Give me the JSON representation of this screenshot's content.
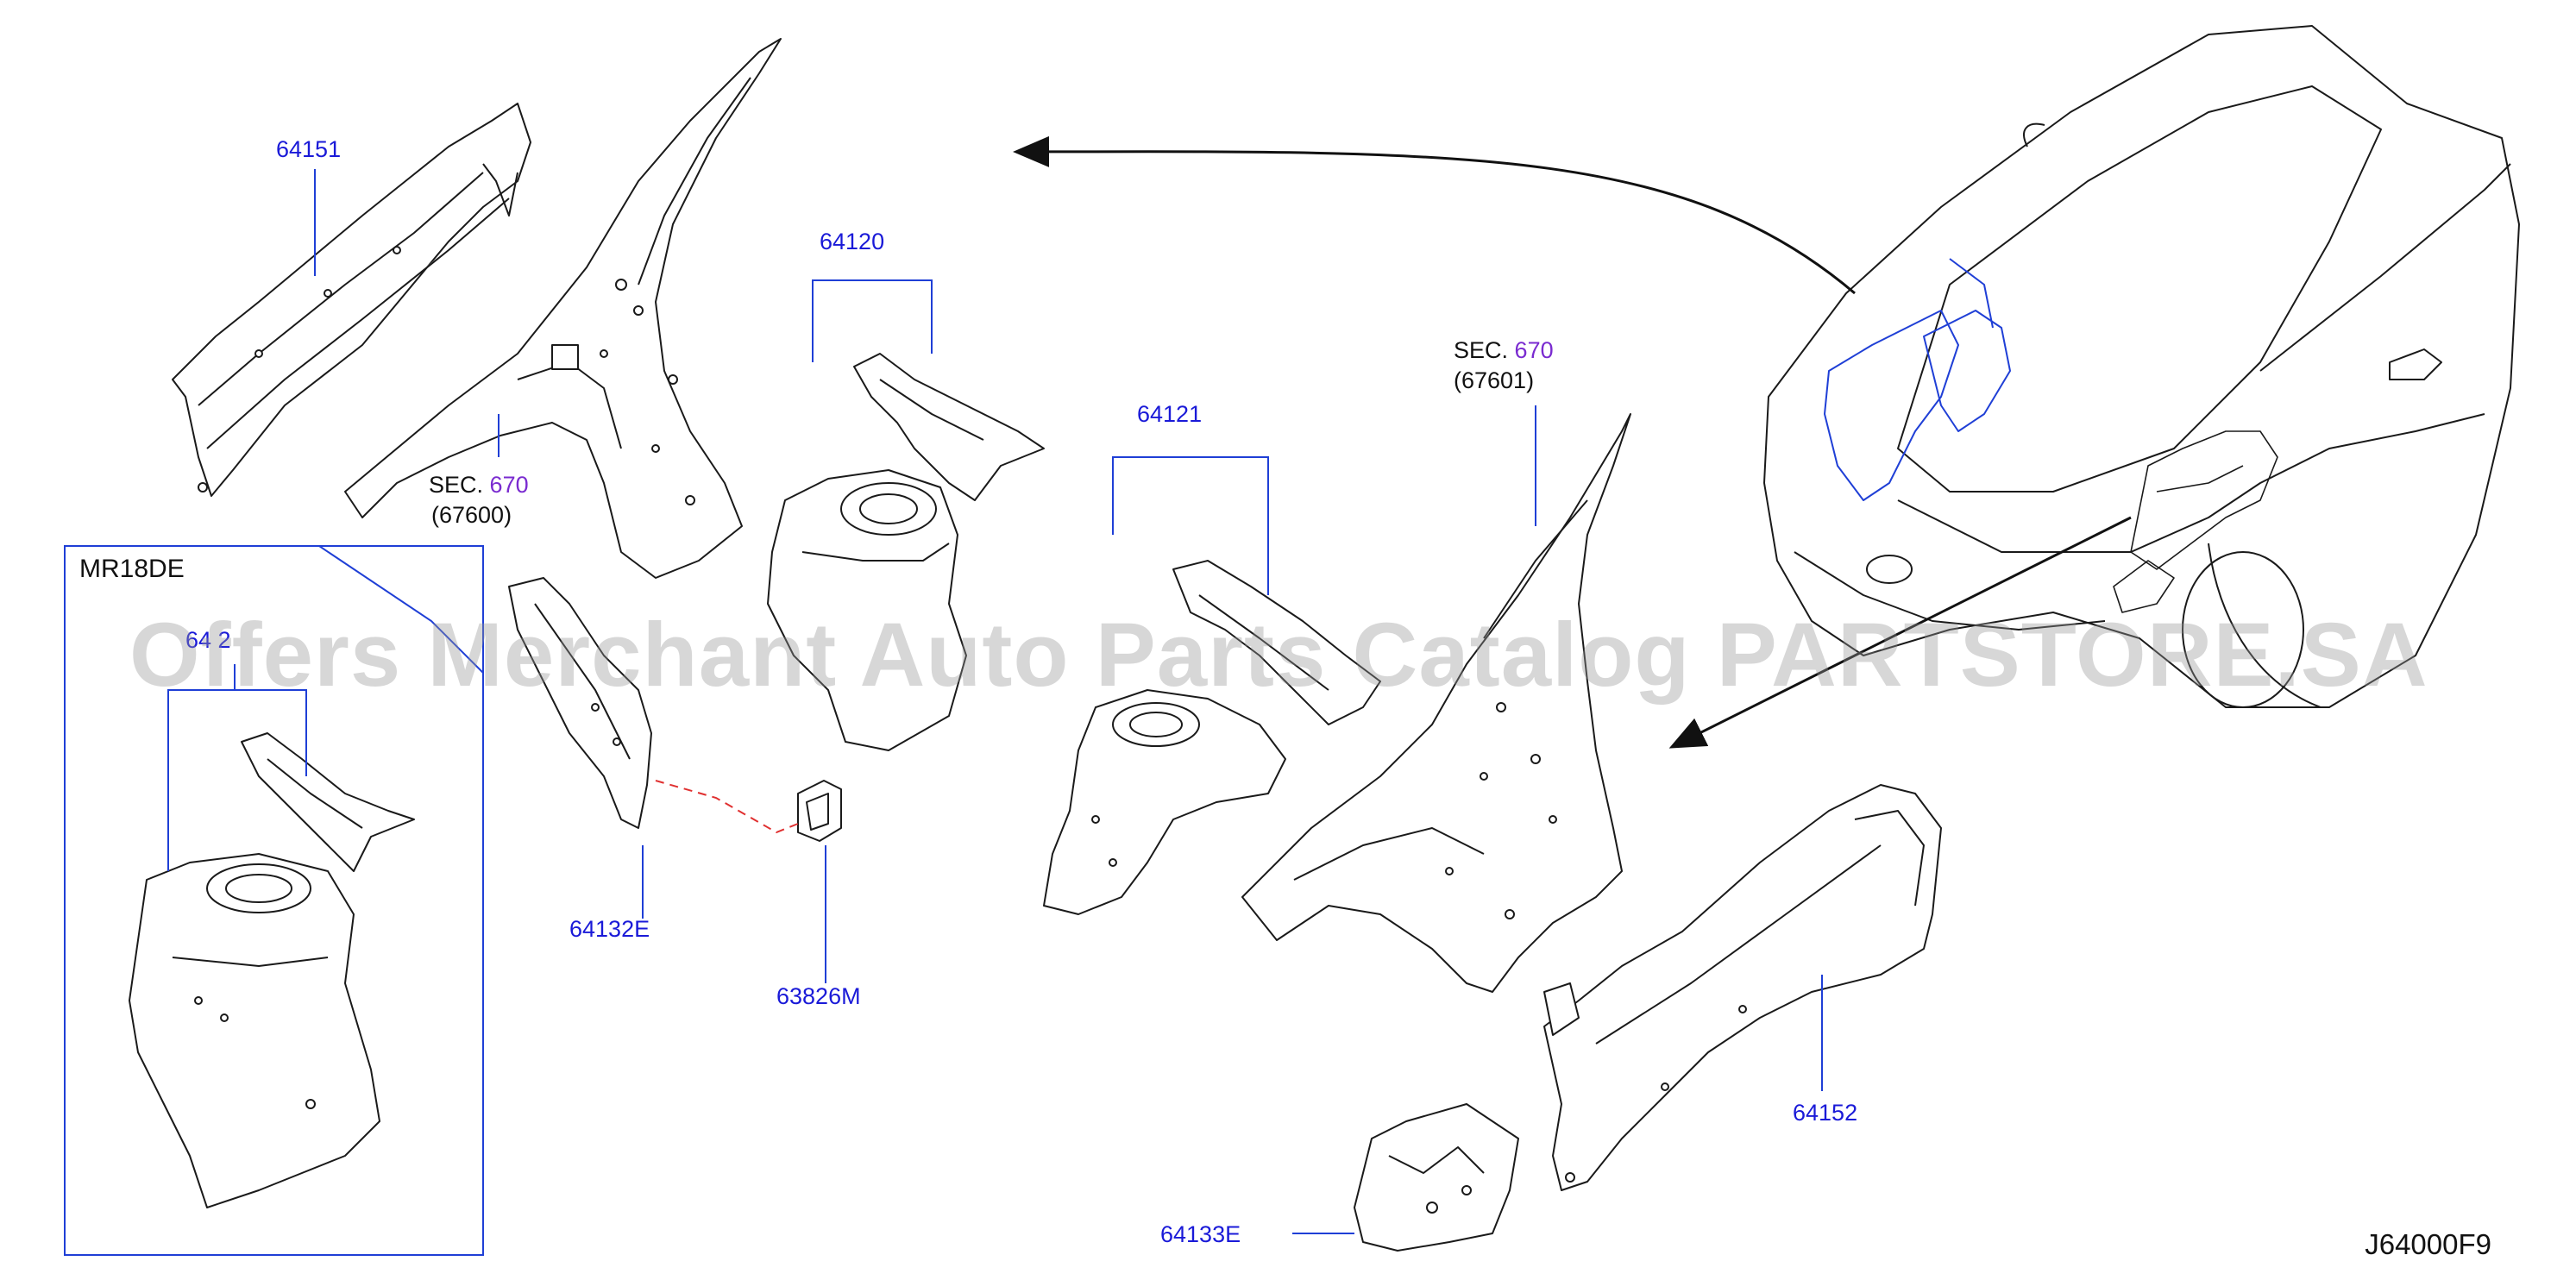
{
  "diagram": {
    "code": "J64000F9",
    "watermark": "Offers Merchant Auto Parts Catalog PARTSTORE.SA",
    "variant_box_title": "MR18DE",
    "variant_box_part_partial": "64 2",
    "parts": {
      "p64151": "64151",
      "p64120": "64120",
      "p64121": "64121",
      "p64132E": "64132E",
      "p63826M": "63826M",
      "p64152": "64152",
      "p64133E": "64133E"
    },
    "sections": {
      "left": {
        "prefix": "SEC.",
        "number": "670",
        "ref": "(67600)"
      },
      "right": {
        "prefix": "SEC.",
        "number": "670",
        "ref": "(67601)"
      }
    },
    "colors": {
      "leader_lines": "#1f3fd6",
      "part_numbers": "#1a1ad8",
      "section_number": "#7a2bd0",
      "dashed_link": "#e03030",
      "outline": "#1a1a1a"
    }
  }
}
